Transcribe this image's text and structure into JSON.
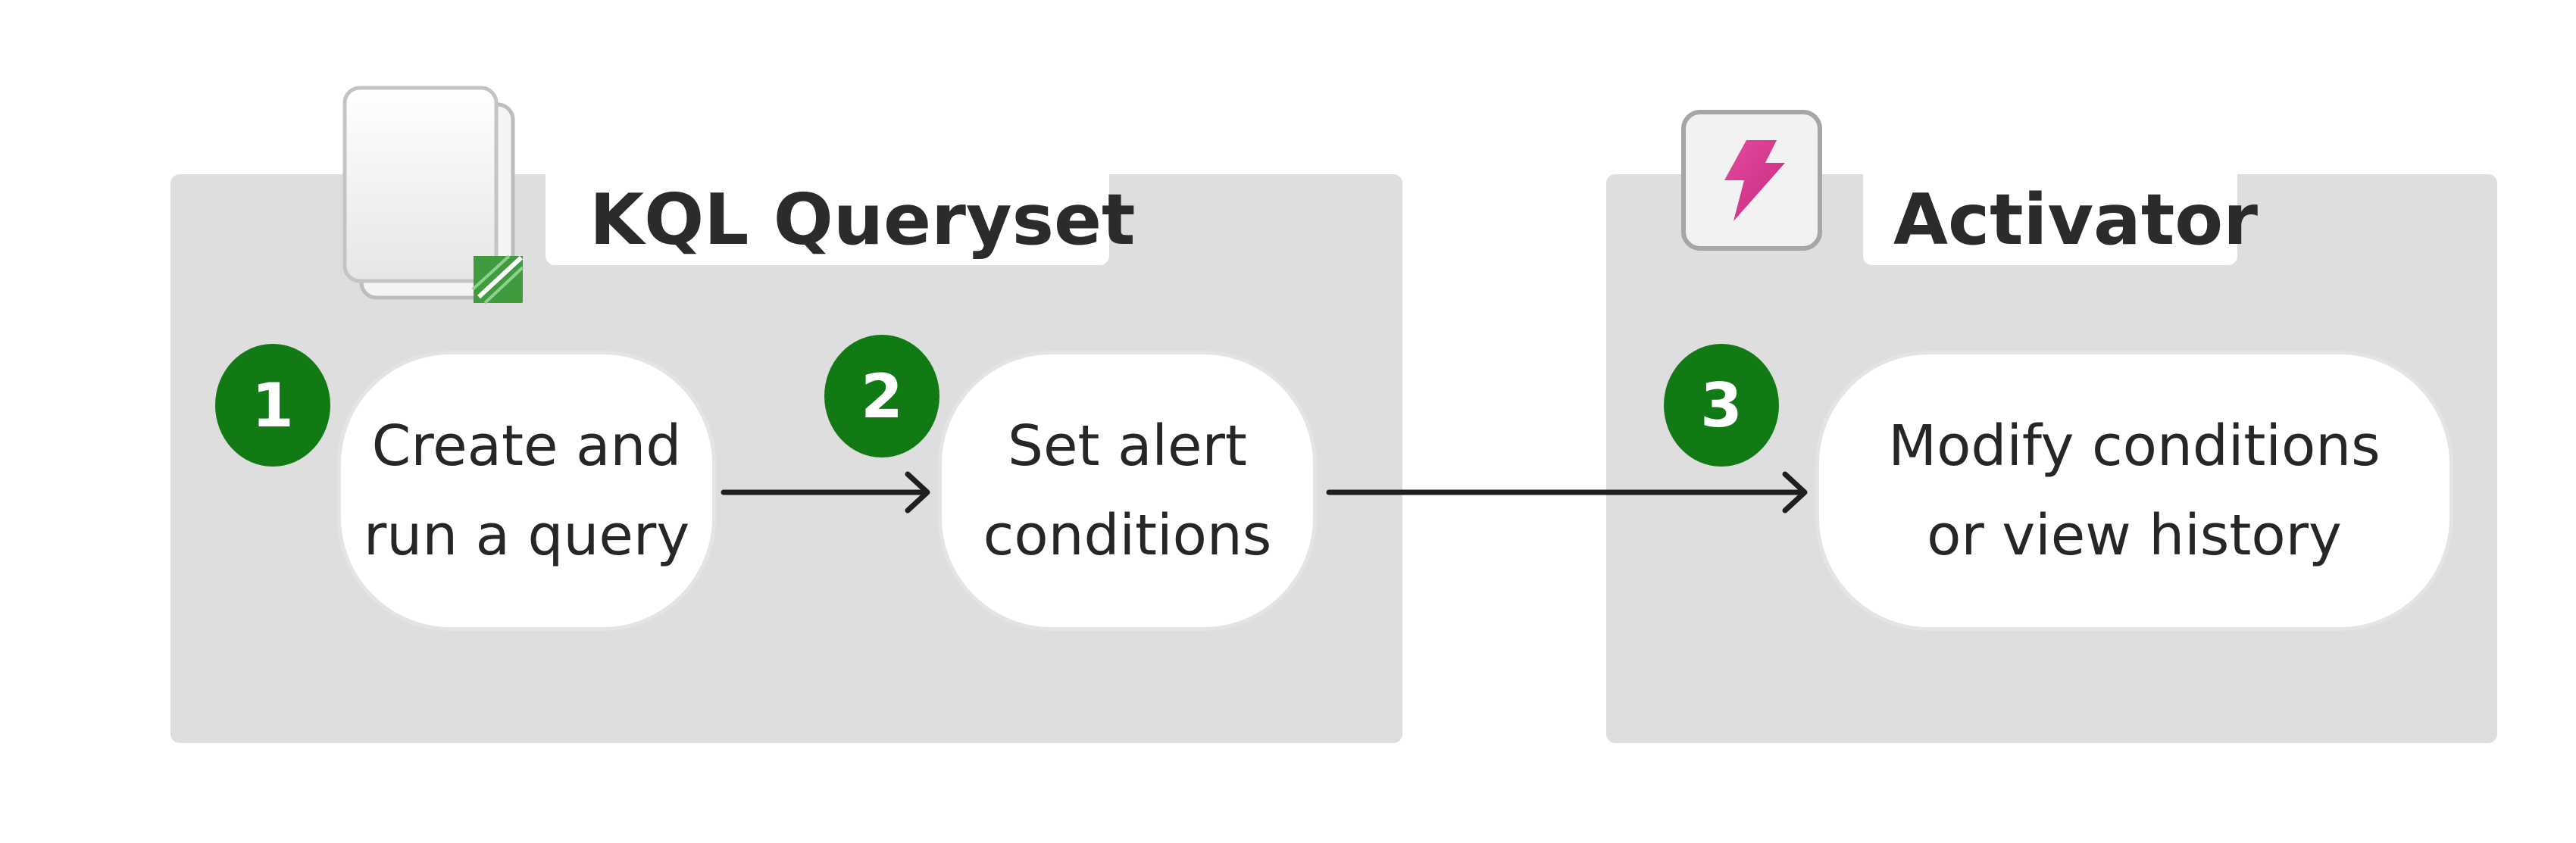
{
  "groups": [
    {
      "title": "KQL Queryset",
      "icon": "queryset-icon"
    },
    {
      "title": "Activator",
      "icon": "activator-lightning-icon",
      "icon_color": "#d93c8f"
    }
  ],
  "steps": [
    {
      "number": "1",
      "lines": [
        "Create and",
        "run a query"
      ]
    },
    {
      "number": "2",
      "lines": [
        "Set alert",
        "conditions"
      ]
    },
    {
      "number": "3",
      "lines": [
        "Modify conditions",
        "or view history"
      ]
    }
  ],
  "colors": {
    "group_background": "#dedede",
    "badge": "#117a14",
    "arrow": "#1f1f1f",
    "queryset_accent": "#3a9a3a"
  }
}
